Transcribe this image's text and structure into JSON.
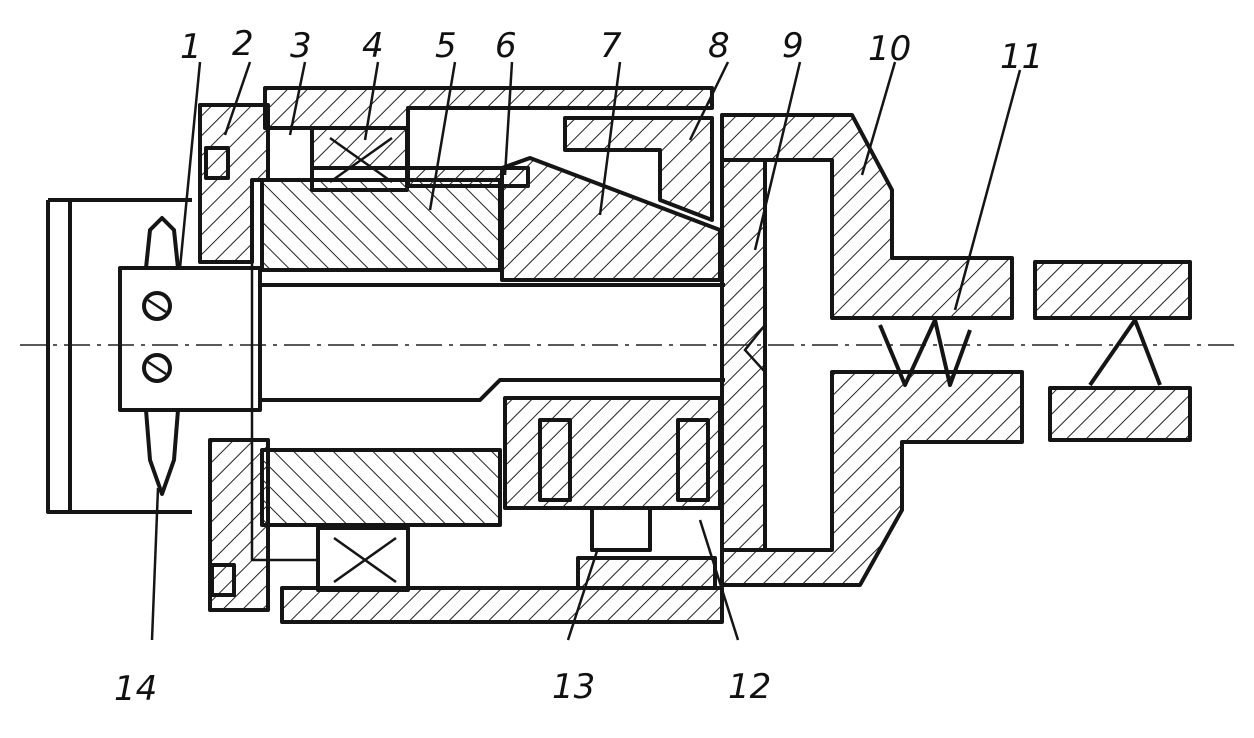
{
  "labels": {
    "l1": "1",
    "l2": "2",
    "l3": "3",
    "l4": "4",
    "l5": "5",
    "l6": "6",
    "l7": "7",
    "l8": "8",
    "l9": "9",
    "l10": "10",
    "l11": "11",
    "l12": "12",
    "l13": "13",
    "l14": "14"
  },
  "colors": {
    "ink": "#151515",
    "paper": "#ffffff"
  }
}
